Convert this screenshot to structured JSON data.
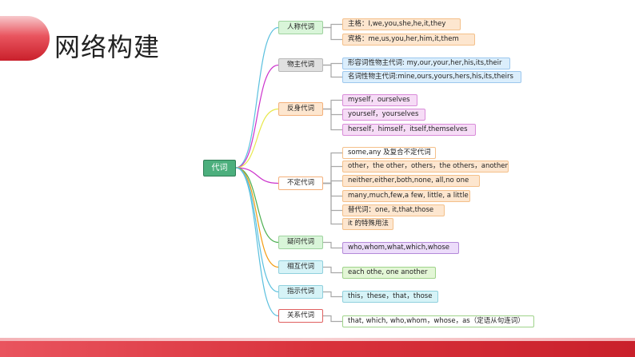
{
  "title": "网络构建",
  "root": "代词",
  "categories": [
    {
      "label": "人称代词",
      "fill": "#d9f5d9",
      "border": "#9fd39f",
      "line": "#5bc0de",
      "leaves": [
        {
          "text": "主格：I,we,you,she,he,it,they",
          "fill": "#fde6cf",
          "border": "#f4c08a"
        },
        {
          "text": "宾格：me,us,you,her,him,it,them",
          "fill": "#fde6cf",
          "border": "#f4c08a"
        }
      ]
    },
    {
      "label": "物主代词",
      "fill": "#e0e0e0",
      "border": "#b8b8b8",
      "line": "#cc33cc",
      "leaves": [
        {
          "text": "形容词性物主代词: my,our,your,her,his,its,their",
          "fill": "#dbeefc",
          "border": "#9dc8ee"
        },
        {
          "text": "名词性物主代词:mine,ours,yours,hers,his,its,theirs",
          "fill": "#dbeefc",
          "border": "#9dc8ee"
        }
      ]
    },
    {
      "label": "反身代词",
      "fill": "#fde6cf",
      "border": "#f4b07a",
      "line": "#e8e84a",
      "leaves": [
        {
          "text": "myself，ourselves",
          "fill": "#f6dcf6",
          "border": "#d98cd9"
        },
        {
          "text": "yourself，yourselves",
          "fill": "#f6dcf6",
          "border": "#d98cd9"
        },
        {
          "text": "herself，himself，itself,themselves",
          "fill": "#f6dcf6",
          "border": "#d98cd9"
        }
      ]
    },
    {
      "label": "不定代词",
      "fill": "#ffffff",
      "border": "#f4b07a",
      "line": "#cc33cc",
      "leaves": [
        {
          "text": "some,any 及复合不定代词",
          "fill": "#ffffff",
          "border": "#f4c08a"
        },
        {
          "text": "other，the other，others，the others，another",
          "fill": "#fde6cf",
          "border": "#f4c08a"
        },
        {
          "text": "neither,either,both,none, all,no one",
          "fill": "#fde6cf",
          "border": "#f4c08a"
        },
        {
          "text": "many,much,few,a few, little, a little",
          "fill": "#fde6cf",
          "border": "#f4c08a"
        },
        {
          "text": "替代词：one, it,that,those",
          "fill": "#fde6cf",
          "border": "#f4c08a"
        },
        {
          "text": "it 的特殊用法",
          "fill": "#fde6cf",
          "border": "#f4c08a"
        }
      ]
    },
    {
      "label": "疑问代词",
      "fill": "#d9f5d9",
      "border": "#9fd39f",
      "line": "#4caf50",
      "leaves": [
        {
          "text": "who,whom,what,which,whose",
          "fill": "#ecdcfa",
          "border": "#b48ad9"
        }
      ]
    },
    {
      "label": "相互代词",
      "fill": "#d6f3f7",
      "border": "#8fd0dd",
      "line": "#f39c12",
      "leaves": [
        {
          "text": "each othe, one another",
          "fill": "#e3f6d6",
          "border": "#9fd38a"
        }
      ]
    },
    {
      "label": "指示代词",
      "fill": "#d6f3f7",
      "border": "#8fd0dd",
      "line": "#5bc0de",
      "leaves": [
        {
          "text": "this，these，that，those",
          "fill": "#d6f3f7",
          "border": "#8fd0dd"
        }
      ]
    },
    {
      "label": "关系代词",
      "fill": "#ffffff",
      "border": "#e06060",
      "line": "#5bc0de",
      "leaves": [
        {
          "text": "that, which, who,whom，whose，as（定语从句连词）",
          "fill": "#ffffff",
          "border": "#9fd38a"
        }
      ]
    }
  ]
}
